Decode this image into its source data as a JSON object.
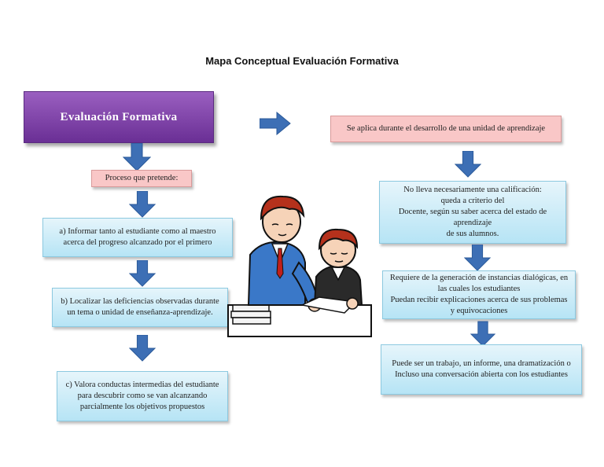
{
  "title": "Mapa Conceptual Evaluación Formativa",
  "colors": {
    "arrow": "#3d6fb5",
    "main_box": "#7b3fa8",
    "pink_box": "#f9c7c7",
    "blue_box": "#c6ebf7"
  },
  "main": "Evaluación Formativa",
  "left": {
    "proceso": "Proceso que pretende:",
    "a": "a) Informar tanto al estudiante como al maestro acerca del progreso alcanzado  por el primero",
    "b": "b) Localizar las deficiencias observadas durante un tema o unidad de enseñanza-aprendizaje.",
    "c": "c) Valora conductas intermedias del estudiante para descubrir como se van alcanzando parcialmente los objetivos propuestos"
  },
  "right": {
    "aplica": "Se aplica durante el desarrollo de una unidad de aprendizaje",
    "calificacion": "No lleva necesariamente una calificación:\nqueda a criterio del\nDocente, según su saber acerca  del estado de aprendizaje\nde sus alumnos.",
    "requiere": "Requiere de la generación de instancias dialógicas, en las cuales los estudiantes\nPuedan recibir explicaciones acerca de sus problemas y equivocaciones",
    "puede": "Puede ser un trabajo, un informe, una dramatización o\nIncluso una conversación abierta con los estudiantes"
  },
  "illustration": "teacher-student-clipart"
}
